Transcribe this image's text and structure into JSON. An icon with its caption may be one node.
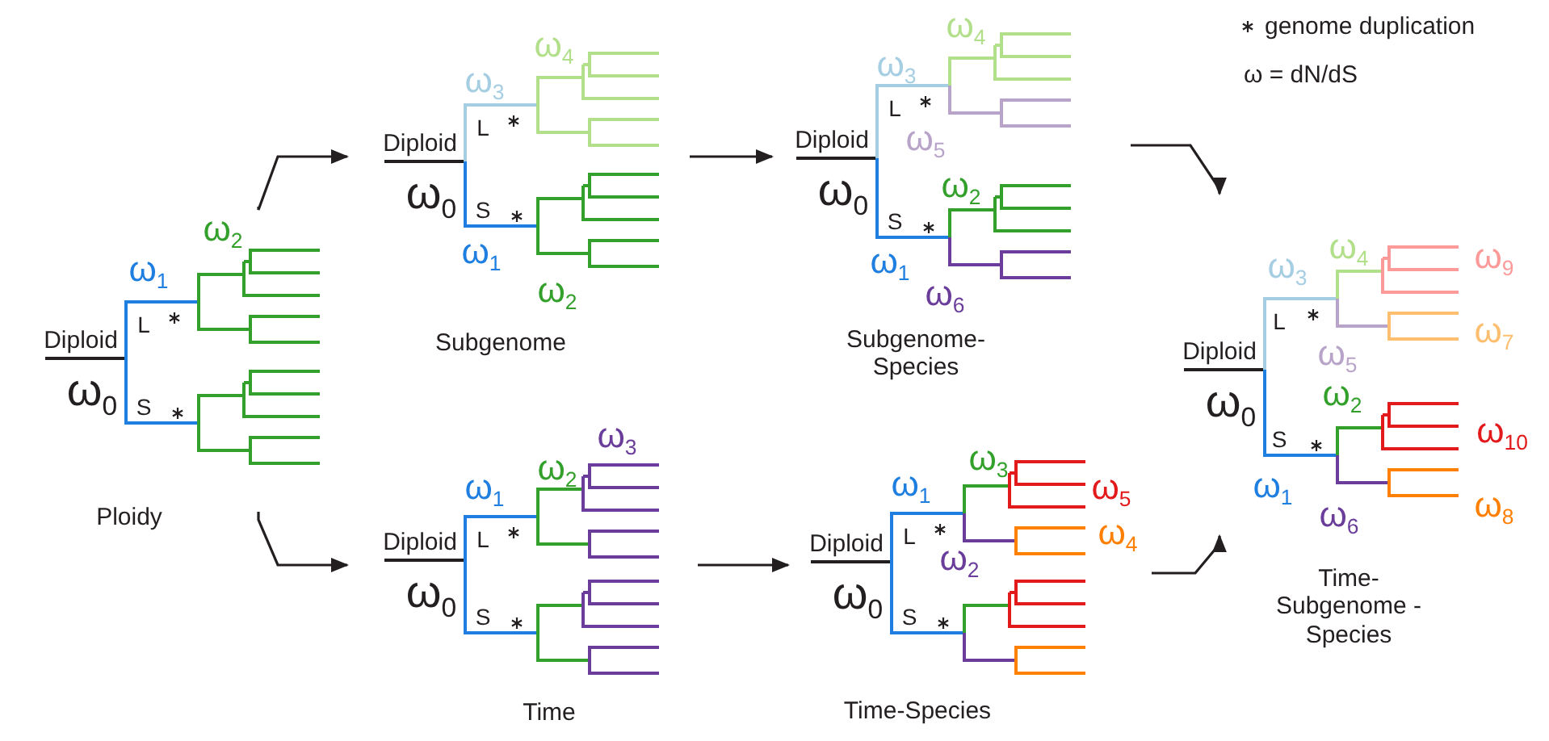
{
  "diagram": {
    "nodes": [
      {
        "text": [
          "ω$_{2}$",
          "ω$_{1}$",
          "Diploid",
          "L",
          "ω$_{0}$",
          "S"
        ],
        "beside": [
          "Ploidy"
        ]
      },
      {
        "text": [
          "ω$_{4}$",
          "ω$_{3}$",
          "L",
          "Diploid",
          "ω$_{0}$",
          "S",
          "ω$_{1}$",
          "ω$_{2}$"
        ],
        "beside": [
          "Subgenome"
        ]
      },
      {
        "text": [
          "ω$_{3}$",
          "ω$_{2}$",
          "ω$_{1}$",
          "L",
          "Diploid",
          "ω$_{0}$",
          "S"
        ],
        "beside": [
          "Time"
        ]
      },
      {
        "text": [
          "ω$_{4}$",
          "ω$_{3}$",
          "L",
          "ω$_{5}$",
          "Diploid",
          "ω$_{0}$",
          "ω$_{2}$",
          "S",
          "ω$_{1}$",
          "ω$_{6}$"
        ],
        "beside": [
          "Subgenome- Species"
        ]
      },
      {
        "text": [
          "ω$_{3}$",
          "ω$_{1}$",
          "ω$_{5}$",
          "L",
          "ω$_{4}$",
          "ω$_{2}$",
          "Diploid",
          "ω$_{0}$",
          "S"
        ],
        "beside": [
          "Time-Species"
        ]
      },
      {
        "text": [
          "ω$_{3}$",
          "ω$_{4}$",
          "ω$_{9}$",
          "ω$_{7}$",
          "L",
          "ω$_{5}$",
          "Diploid",
          "ω$_{0}$",
          "ω$_{2}$",
          "ω$_{10}$",
          "S",
          "ω$_{1}$",
          "ω$_{6}$",
          "ω$_{8}$"
        ],
        "beside": [
          "Time-Subgenome -Species"
        ]
      }
    ],
    "edges": [
      {
        "from": 0,
        "to": 1,
        "arrow": "to"
      },
      {
        "from": 0,
        "to": 2,
        "arrow": "to"
      },
      {
        "from": 1,
        "to": 3,
        "arrow": "to"
      },
      {
        "from": 2,
        "to": 4,
        "arrow": "to"
      },
      {
        "from": 3,
        "to": 5,
        "arrow": "to"
      },
      {
        "from": 4,
        "to": 5,
        "arrow": "to"
      }
    ],
    "labels": [
      "ω = dN/dS"
    ],
    "legend": [
      {
        "text": "genome duplication"
      }
    ]
  }
}
